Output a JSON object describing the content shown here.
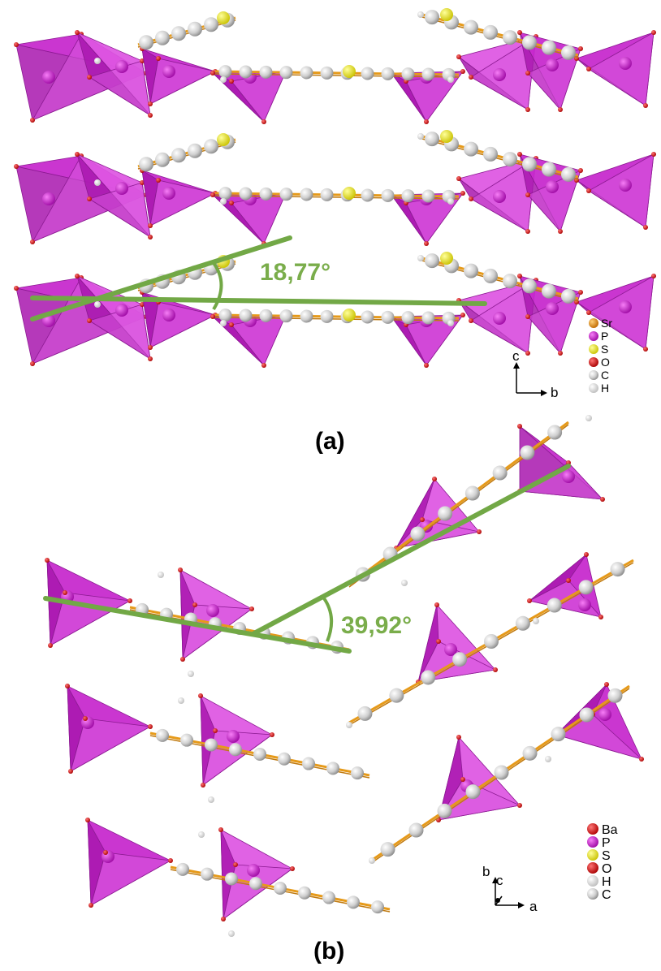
{
  "panel_a": {
    "label": "(a)",
    "angle": "18,77°",
    "axis_vertical": "c",
    "axis_horizontal": "b",
    "legend": [
      {
        "label": "Sr",
        "color": "#e8921a"
      },
      {
        "label": "P",
        "color": "#d81ed8"
      },
      {
        "label": "S",
        "color": "#f2ee10"
      },
      {
        "label": "O",
        "color": "#d81414"
      },
      {
        "label": "C",
        "color": "#d4d4d4"
      },
      {
        "label": "H",
        "color": "#f4f4f4"
      }
    ]
  },
  "panel_b": {
    "label": "(b)",
    "angle": "39,92°",
    "axis_vertical": "b",
    "axis_depth": "c",
    "axis_horizontal": "a",
    "legend": [
      {
        "label": "Ba",
        "color": "#e01818"
      },
      {
        "label": "P",
        "color": "#d81ed8"
      },
      {
        "label": "S",
        "color": "#f2ee10"
      },
      {
        "label": "O",
        "color": "#d81414"
      },
      {
        "label": "H",
        "color": "#f4f4f4"
      },
      {
        "label": "C",
        "color": "#d4d4d4"
      }
    ]
  },
  "colors": {
    "tetrahedron": "#c21fc9",
    "tetrahedron_light": "#db4fe0",
    "phosphorus": "#c41dc8",
    "oxygen": "#d60f0f",
    "bond": "#e69a1a",
    "sulfur": "#f0ea0c",
    "carbon": "#e2e2e2",
    "green_line": "#72a846"
  }
}
